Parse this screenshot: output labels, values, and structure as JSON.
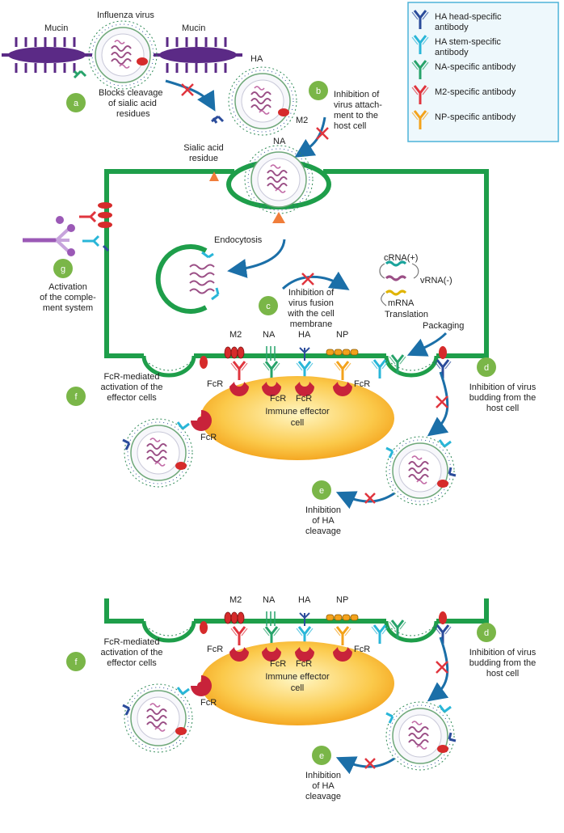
{
  "legend": {
    "items": [
      {
        "label1": "HA head-specific",
        "label2": "antibody",
        "color": "#2b4c9b"
      },
      {
        "label1": "HA stem-specific",
        "label2": "antibody",
        "color": "#29b6d8"
      },
      {
        "label1": "NA-specific antibody",
        "label2": "",
        "color": "#27a36a"
      },
      {
        "label1": "M2-specific antibody",
        "label2": "",
        "color": "#e0353e"
      },
      {
        "label1": "NP-specific antibody",
        "label2": "",
        "color": "#f3a21b"
      }
    ],
    "border_color": "#4db3d8"
  },
  "top": {
    "influenza_label": "Influenza virus",
    "mucin_left": "Mucin",
    "mucin_right": "Mucin",
    "ha": "HA",
    "m2": "M2",
    "na": "NA",
    "sialic": [
      "Sialic acid",
      "residue"
    ],
    "endocytosis": "Endocytosis",
    "a_text": [
      "Blocks cleavage",
      "of sialic acid",
      "residues"
    ],
    "b_text": [
      "Inhibition of",
      "virus attach-",
      "ment to the",
      "host cell"
    ],
    "c_text": [
      "Inhibition of",
      "virus fusion",
      "with the cell",
      "membrane"
    ],
    "g_text": [
      "Activation",
      "of the comple-",
      "ment system"
    ],
    "crna": "cRNA(+)",
    "vrna": "vRNA(-)",
    "mrna": "mRNA",
    "translation": "Translation",
    "packaging": "Packaging"
  },
  "badges": {
    "a": "a",
    "b": "b",
    "c": "c",
    "d": "d",
    "e": "e",
    "f": "f",
    "g": "g"
  },
  "panel1": {
    "m2": "M2",
    "na": "NA",
    "ha": "HA",
    "np": "NP",
    "fcr": "FcR",
    "effector": [
      "Immune effector",
      "cell"
    ],
    "f_text": [
      "FcR-mediated",
      "activation of the",
      "effector cells"
    ],
    "d_text": [
      "Inhibition of virus",
      "budding from the",
      "host cell"
    ],
    "e_text": [
      "Inhibition",
      "of HA",
      "cleavage"
    ]
  },
  "panel2": {
    "m2": "M2",
    "na": "NA",
    "ha": "HA",
    "np": "NP",
    "fcr": "FcR",
    "effector": [
      "Immune effector",
      "cell"
    ],
    "f_text": [
      "FcR-mediated",
      "activation of the",
      "effector cells"
    ],
    "d_text": [
      "Inhibition of virus",
      "budding from the",
      "host cell"
    ],
    "e_text": [
      "Inhibition",
      "of HA",
      "cleavage"
    ]
  },
  "colors": {
    "membrane": "#1e9e4a",
    "badge": "#7ab648",
    "mucin": "#5b2a86",
    "arrow": "#1b6fa8",
    "block_x": "#e0353e",
    "effector_center": "#fff3b0",
    "effector_edge": "#f3a21b",
    "complement": "#9b59b6"
  }
}
